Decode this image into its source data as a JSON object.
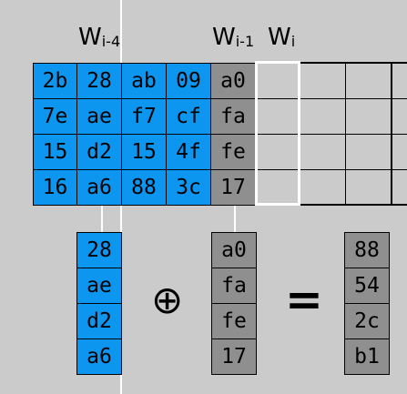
{
  "labels": {
    "w_i_minus_4": {
      "main": "W",
      "sub": "i-4"
    },
    "w_i_minus_1": {
      "main": "W",
      "sub": "i-1"
    },
    "w_i": {
      "main": "W",
      "sub": "i"
    }
  },
  "blue_block": [
    [
      "2b",
      "28",
      "ab",
      "09"
    ],
    [
      "7e",
      "ae",
      "f7",
      "cf"
    ],
    [
      "15",
      "d2",
      "15",
      "4f"
    ],
    [
      "16",
      "a6",
      "88",
      "3c"
    ]
  ],
  "gray_column": [
    "a0",
    "fa",
    "fe",
    "17"
  ],
  "col_w_i_minus_4": [
    "28",
    "ae",
    "d2",
    "a6"
  ],
  "col_w_i_minus_1": [
    "a0",
    "fa",
    "fe",
    "17"
  ],
  "col_w_i_result": [
    "88",
    "54",
    "2c",
    "b1"
  ],
  "operators": {
    "xor": "⊕",
    "equals": "="
  },
  "colors": {
    "blue": "#0c96ef",
    "gray": "#8f8f8f",
    "background": "#cbcbcb",
    "highlight": "#ffffff"
  }
}
